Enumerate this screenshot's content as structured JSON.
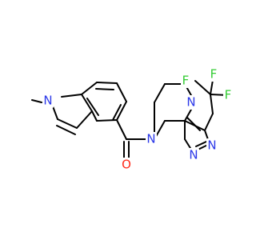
{
  "molecule": {
    "atoms": {
      "n_indole": "N",
      "o_carbonyl": "O",
      "n_amide": "N",
      "n_triazole_top": "N",
      "n_triazole_right": "N",
      "n_triazole_bottom": "N",
      "f_top": "F",
      "f_left": "F",
      "f_right": "F"
    },
    "colors": {
      "carbon": "#000000",
      "nitrogen": "#2a37e8",
      "oxygen": "#ff2a1a",
      "fluorine": "#33cc33"
    }
  }
}
